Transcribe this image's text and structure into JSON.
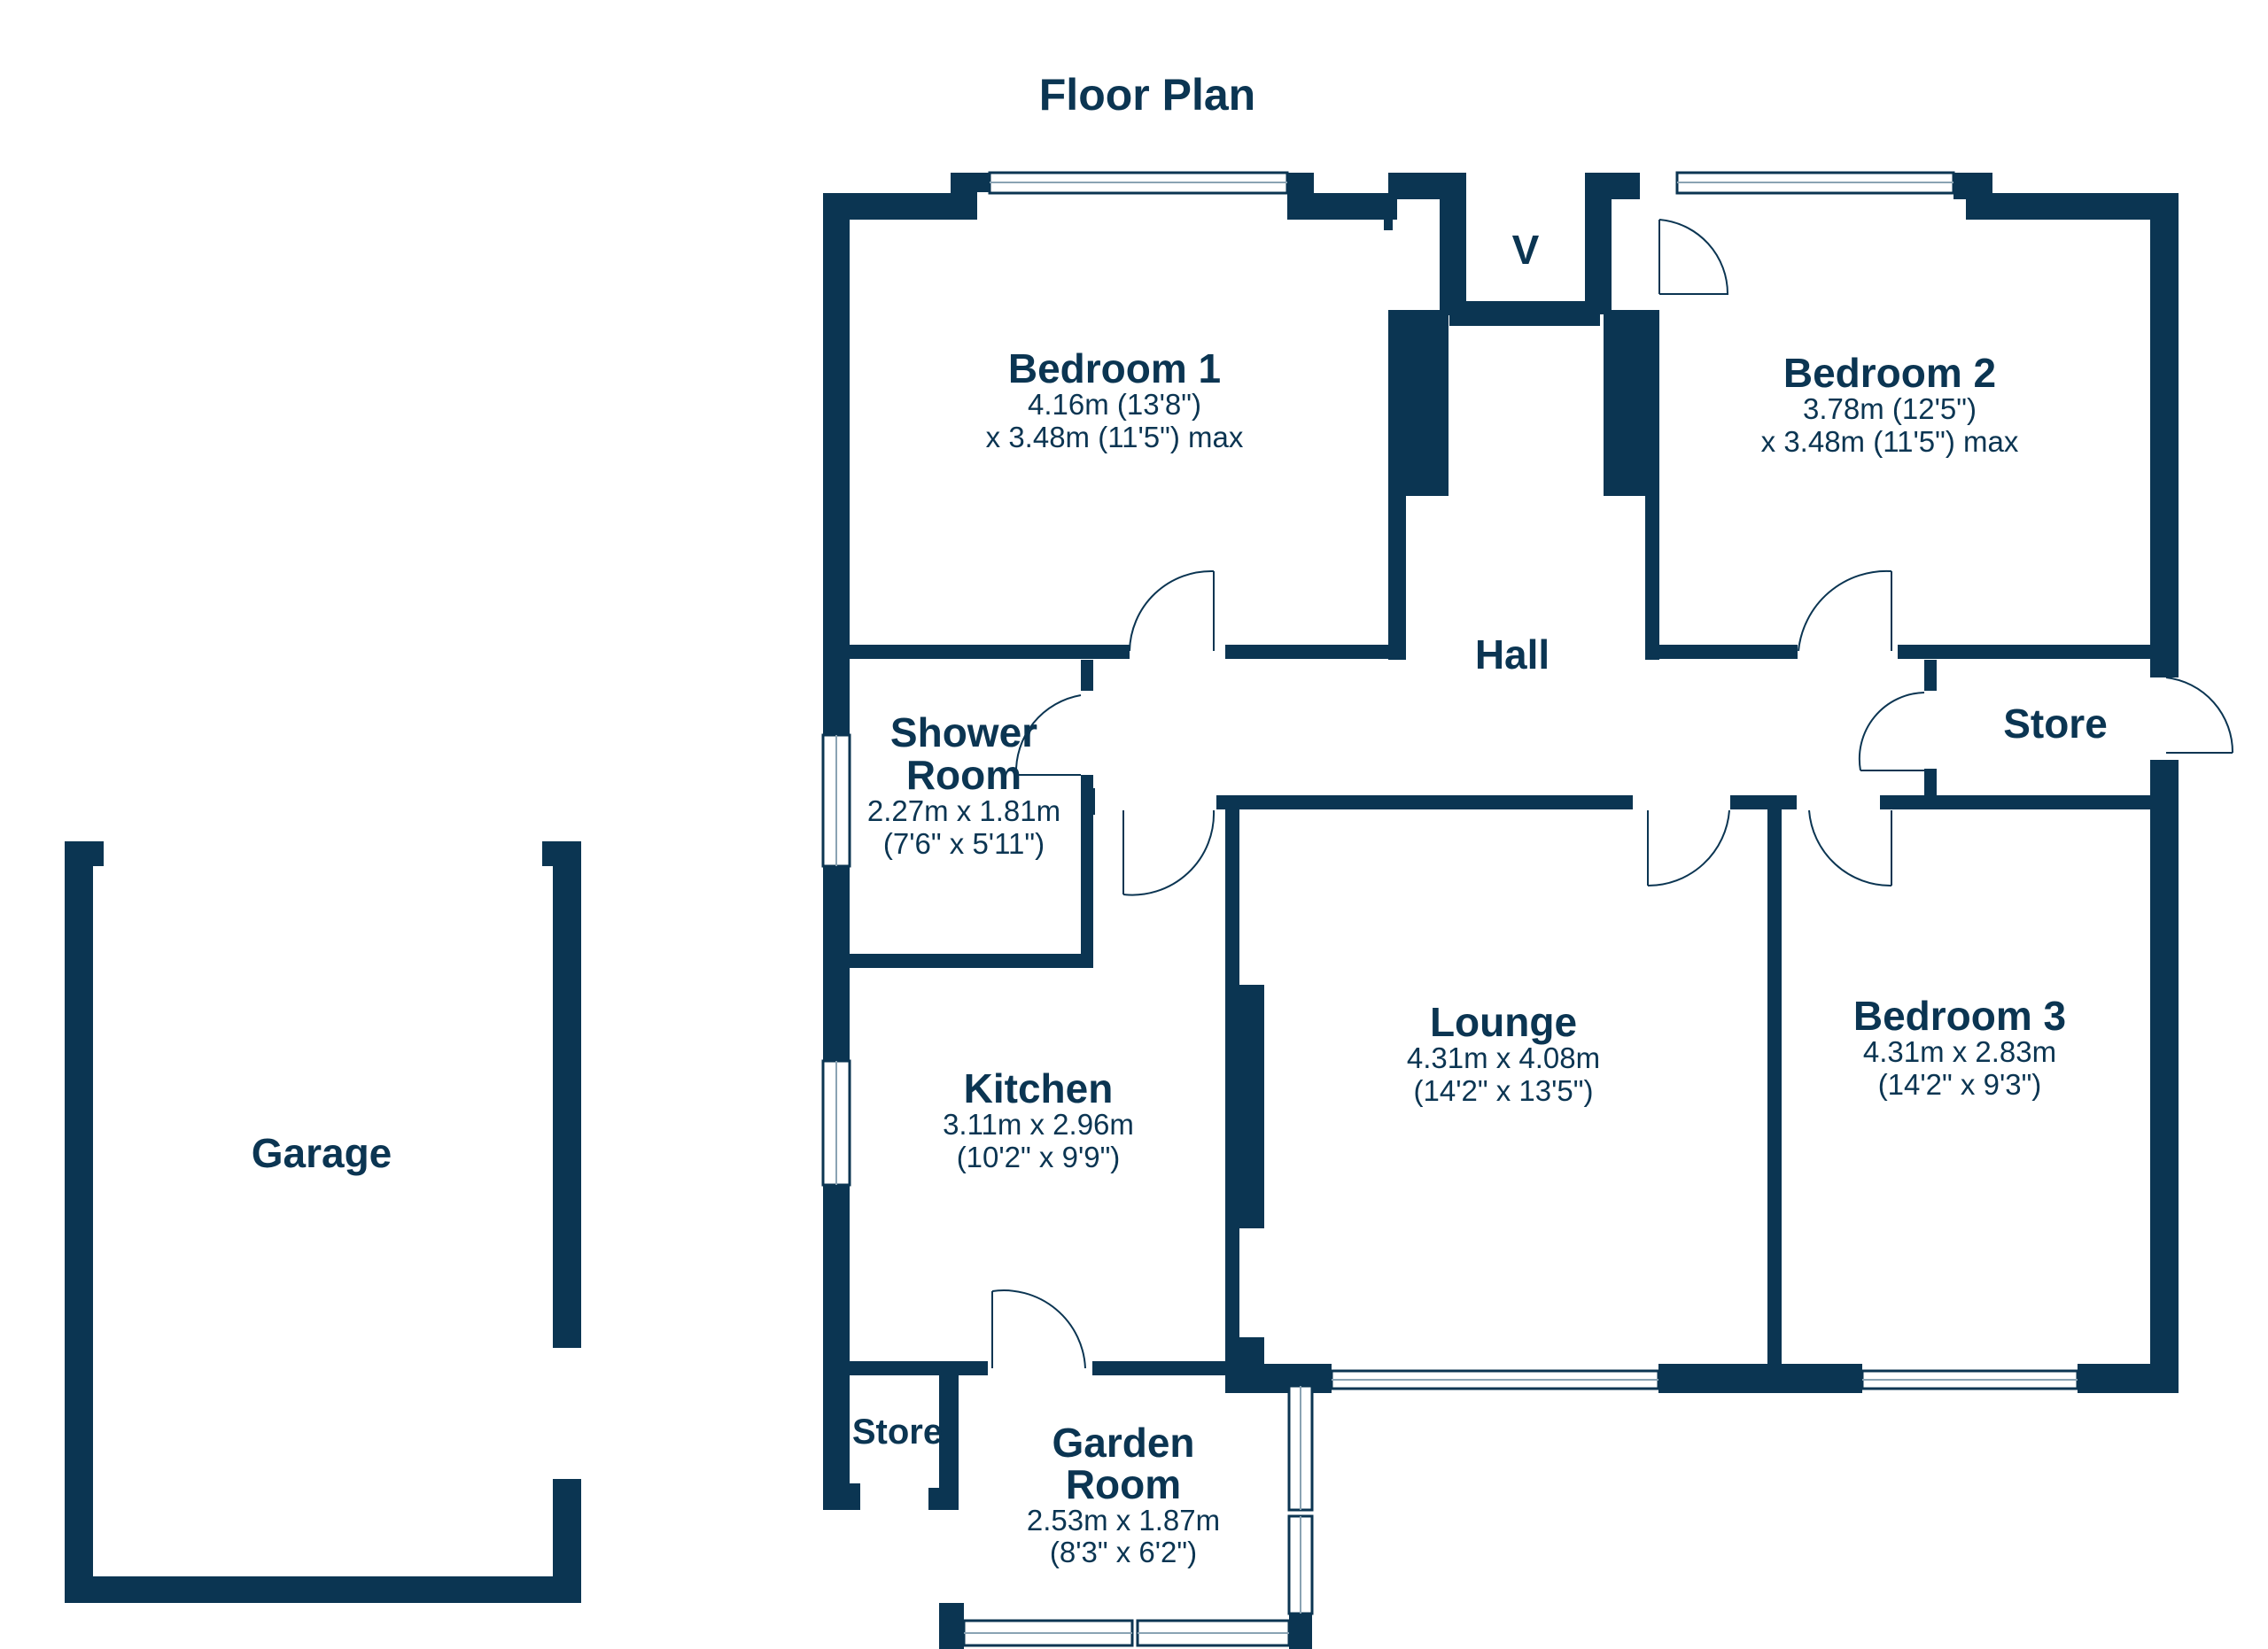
{
  "title": "Floor Plan",
  "colors": {
    "wall": "#0b3552",
    "background": "#ffffff"
  },
  "rooms": [
    {
      "id": "bedroom-1",
      "name": [
        "Bedroom 1"
      ],
      "dims": [
        "4.16m (13'8\")",
        "x 3.48m (11'5\") max"
      ]
    },
    {
      "id": "bedroom-2",
      "name": [
        "Bedroom 2"
      ],
      "dims": [
        "3.78m (12'5\")",
        "x 3.48m (11'5\") max"
      ]
    },
    {
      "id": "hall",
      "name": [
        "Hall"
      ],
      "dims": []
    },
    {
      "id": "vestibule",
      "name": [
        "V"
      ],
      "dims": []
    },
    {
      "id": "store-hall",
      "name": [
        "Store"
      ],
      "dims": []
    },
    {
      "id": "shower-room",
      "name": [
        "Shower",
        "Room"
      ],
      "dims": [
        "2.27m x 1.81m",
        "(7'6\" x 5'11\")"
      ]
    },
    {
      "id": "lounge",
      "name": [
        "Lounge"
      ],
      "dims": [
        "4.31m x 4.08m",
        "(14'2\" x 13'5\")"
      ]
    },
    {
      "id": "bedroom-3",
      "name": [
        "Bedroom 3"
      ],
      "dims": [
        "4.31m x 2.83m",
        "(14'2\" x 9'3\")"
      ]
    },
    {
      "id": "kitchen",
      "name": [
        "Kitchen"
      ],
      "dims": [
        "3.11m x 2.96m",
        "(10'2\" x 9'9\")"
      ]
    },
    {
      "id": "garage",
      "name": [
        "Garage"
      ],
      "dims": []
    },
    {
      "id": "store-garden",
      "name": [
        "Store"
      ],
      "dims": []
    },
    {
      "id": "garden-room",
      "name": [
        "Garden",
        "Room"
      ],
      "dims": [
        "2.53m x 1.87m",
        "(8'3\" x 6'2\")"
      ]
    }
  ]
}
